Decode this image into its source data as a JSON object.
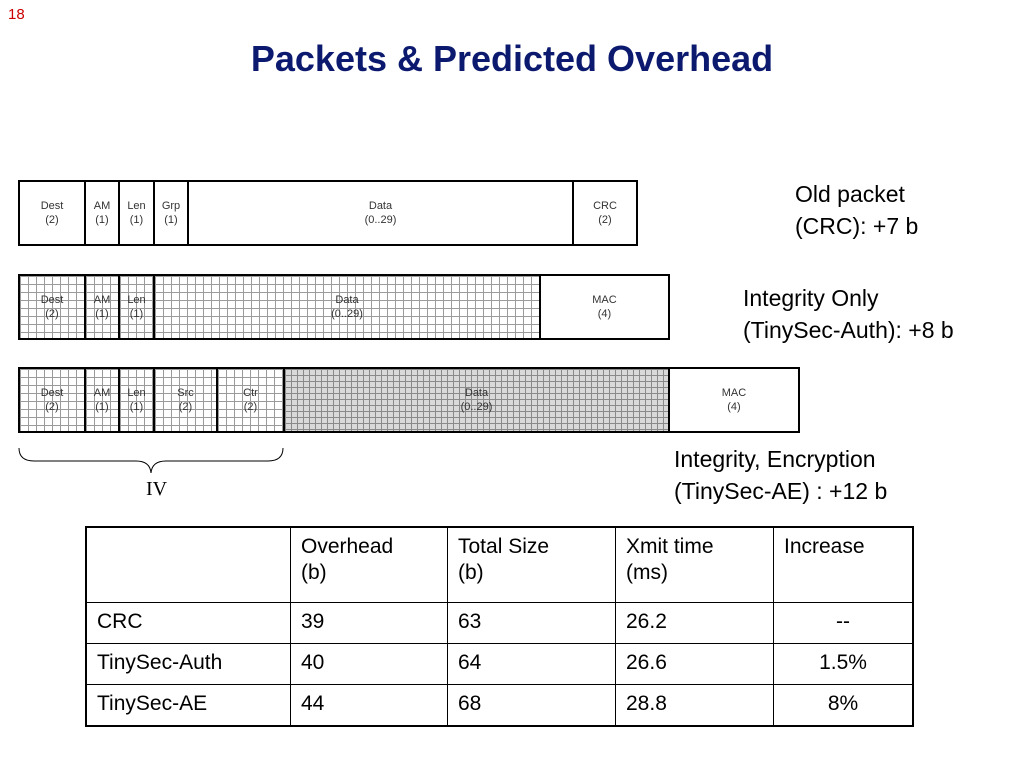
{
  "page_number": "18",
  "title": "Packets & Predicted Overhead",
  "packets": {
    "old": {
      "fields": [
        {
          "name": "Dest",
          "size": "(2)"
        },
        {
          "name": "AM",
          "size": "(1)"
        },
        {
          "name": "Len",
          "size": "(1)"
        },
        {
          "name": "Grp",
          "size": "(1)"
        },
        {
          "name": "Data",
          "size": "(0..29)"
        },
        {
          "name": "CRC",
          "size": "(2)"
        }
      ],
      "caption": [
        "Old packet",
        "(CRC):  +7 b"
      ]
    },
    "auth": {
      "fields": [
        {
          "name": "Dest",
          "size": "(2)"
        },
        {
          "name": "AM",
          "size": "(1)"
        },
        {
          "name": "Len",
          "size": "(1)"
        },
        {
          "name": "Data",
          "size": "(0..29)"
        },
        {
          "name": "MAC",
          "size": "(4)"
        }
      ],
      "caption": [
        "Integrity Only",
        "(TinySec-Auth): +8 b"
      ]
    },
    "ae": {
      "fields": [
        {
          "name": "Dest",
          "size": "(2)"
        },
        {
          "name": "AM",
          "size": "(1)"
        },
        {
          "name": "Len",
          "size": "(1)"
        },
        {
          "name": "Src",
          "size": "(2)"
        },
        {
          "name": "Ctr",
          "size": "(2)"
        },
        {
          "name": "Data",
          "size": "(0..29)"
        },
        {
          "name": "MAC",
          "size": "(4)"
        }
      ],
      "caption": [
        "Integrity, Encryption",
        "(TinySec-AE) : +12 b"
      ]
    }
  },
  "iv_label": "IV",
  "table": {
    "headers": [
      [
        "",
        ""
      ],
      [
        "Overhead",
        "(b)"
      ],
      [
        "Total Size",
        "(b)"
      ],
      [
        "Xmit time",
        "(ms)"
      ],
      [
        "Increase",
        ""
      ]
    ],
    "rows": [
      [
        "CRC",
        "39",
        "63",
        "26.2",
        "--"
      ],
      [
        "TinySec-Auth",
        "40",
        "64",
        "26.6",
        "1.5%"
      ],
      [
        "TinySec-AE",
        "44",
        "68",
        "28.8",
        "8%"
      ]
    ]
  },
  "colors": {
    "title": "#0b1a6e",
    "page_number": "#cc0000"
  }
}
